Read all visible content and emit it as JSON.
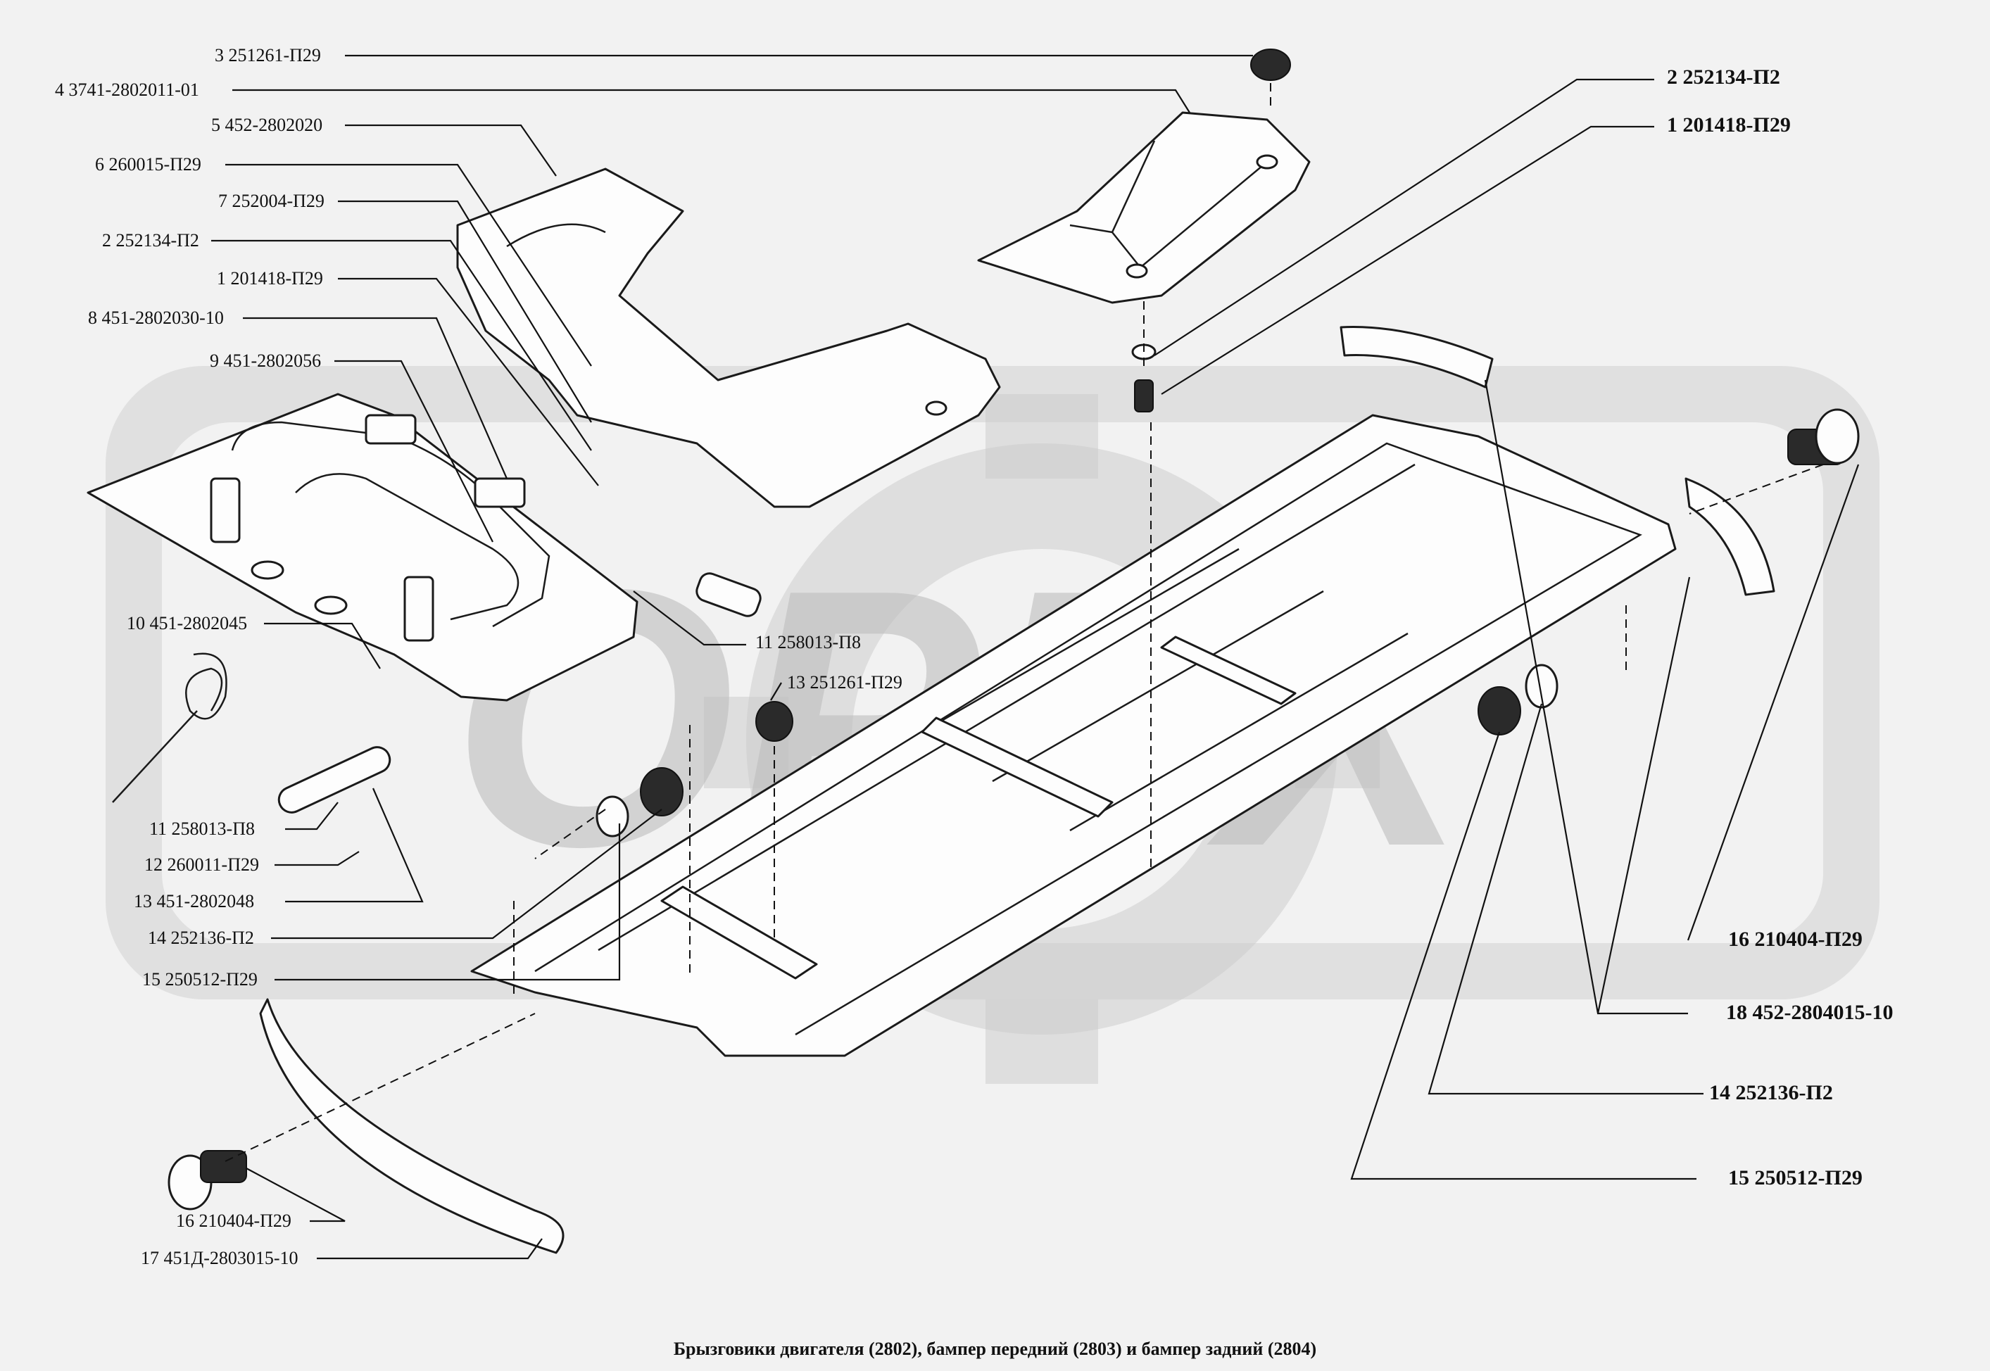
{
  "caption": "Брызговики двигателя (2802), бампер передний (2803) и бампер задний (2804)",
  "watermark": "OPEX",
  "labels_left": [
    {
      "id": "l1",
      "text": "3  251261-П29"
    },
    {
      "id": "l2",
      "text": "4  3741-2802011-01"
    },
    {
      "id": "l3",
      "text": "5  452-2802020"
    },
    {
      "id": "l4",
      "text": "6  260015-П29"
    },
    {
      "id": "l5",
      "text": "7 252004-П29"
    },
    {
      "id": "l6",
      "text": "2 252134-П2"
    },
    {
      "id": "l7",
      "text": "1  201418-П29"
    },
    {
      "id": "l8",
      "text": "8  451-2802030-10"
    },
    {
      "id": "l9",
      "text": "9  451-2802056"
    },
    {
      "id": "l10",
      "text": "10  451-2802045"
    },
    {
      "id": "l11",
      "text": "11  258013-П8"
    },
    {
      "id": "l12",
      "text": "12  260011-П29"
    },
    {
      "id": "l13",
      "text": "13  451-2802048"
    },
    {
      "id": "l14",
      "text": "14  252136-П2"
    },
    {
      "id": "l15",
      "text": "15  250512-П29"
    },
    {
      "id": "l16",
      "text": "16  210404-П29"
    },
    {
      "id": "l17",
      "text": "17  451Д-2803015-10"
    }
  ],
  "labels_middle": [
    {
      "id": "m1",
      "text": "11  258013-П8"
    },
    {
      "id": "m2",
      "text": "13  251261-П29"
    }
  ],
  "labels_right": [
    {
      "id": "r1",
      "text": "2  252134-П2"
    },
    {
      "id": "r2",
      "text": "1  201418-П29"
    },
    {
      "id": "r3",
      "text": "16  210404-П29"
    },
    {
      "id": "r4",
      "text": "18  452-2804015-10"
    },
    {
      "id": "r5",
      "text": "14  252136-П2"
    },
    {
      "id": "r6",
      "text": "15  250512-П29"
    }
  ]
}
